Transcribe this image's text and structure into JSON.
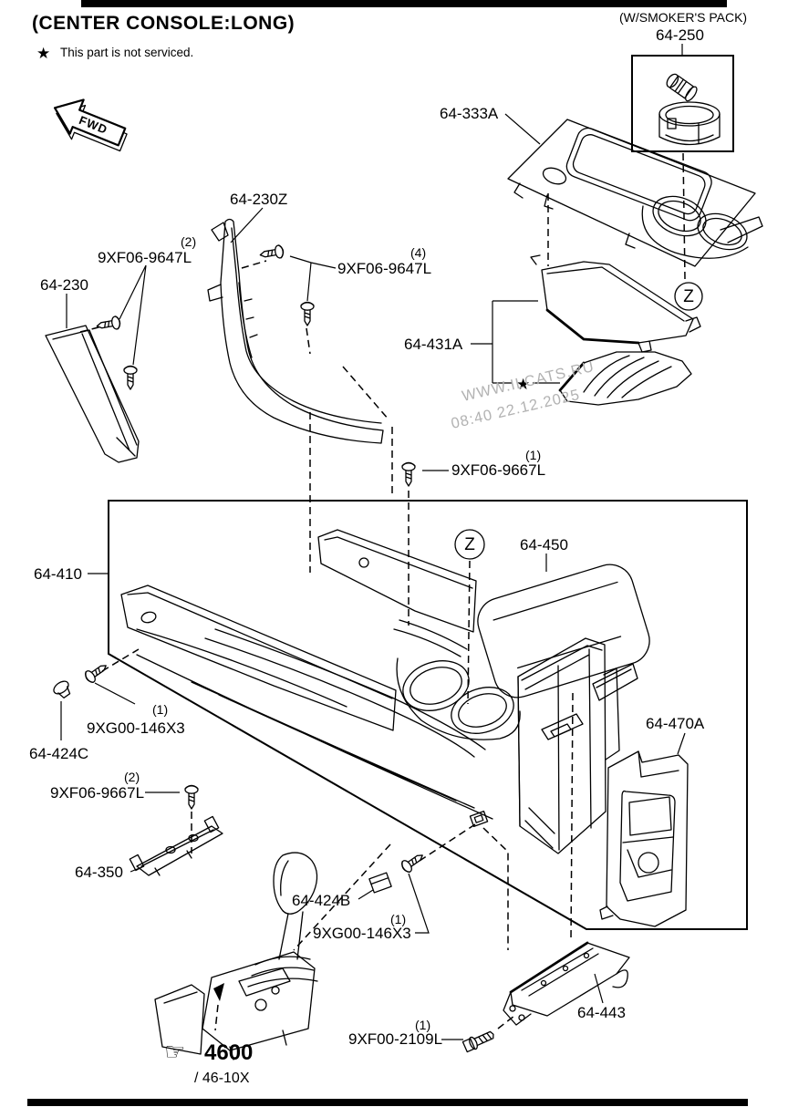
{
  "title": "(CENTER CONSOLE:LONG)",
  "legend": {
    "symbol": "★",
    "text": "This part is not serviced."
  },
  "direction_arrow": "FWD",
  "zone_marker": "Z",
  "star_marker": "★",
  "smoker_pack": {
    "caption": "(W/SMOKER'S PACK)",
    "part": "64-250"
  },
  "parts": {
    "console_trim_panel": "64-333A",
    "side_trim": "64-230",
    "sill_trim": "64-230Z",
    "boot_and_mat": "64-431A",
    "console_body": "64-410",
    "armrest": "64-450",
    "rear_panel": "64-470A",
    "cap": "64-424C",
    "clip": "64-424B",
    "shifter_bracket": "64-350",
    "rear_bracket": "64-443"
  },
  "fasteners": {
    "screw_small": "9XF06-9647L",
    "screw_flange": "9XF06-9667L",
    "tapping_screw": "9XG00-146X3",
    "bolt": "9XF00-2109L"
  },
  "quantities": {
    "one": "(1)",
    "two": "(2)",
    "four": "(4)"
  },
  "shifter_ref": {
    "main": "4600",
    "sub": "/ 46-10X"
  },
  "watermark": {
    "line1": "WWW.ILCATS.RU",
    "line2": "08:40 22.12.2025"
  }
}
